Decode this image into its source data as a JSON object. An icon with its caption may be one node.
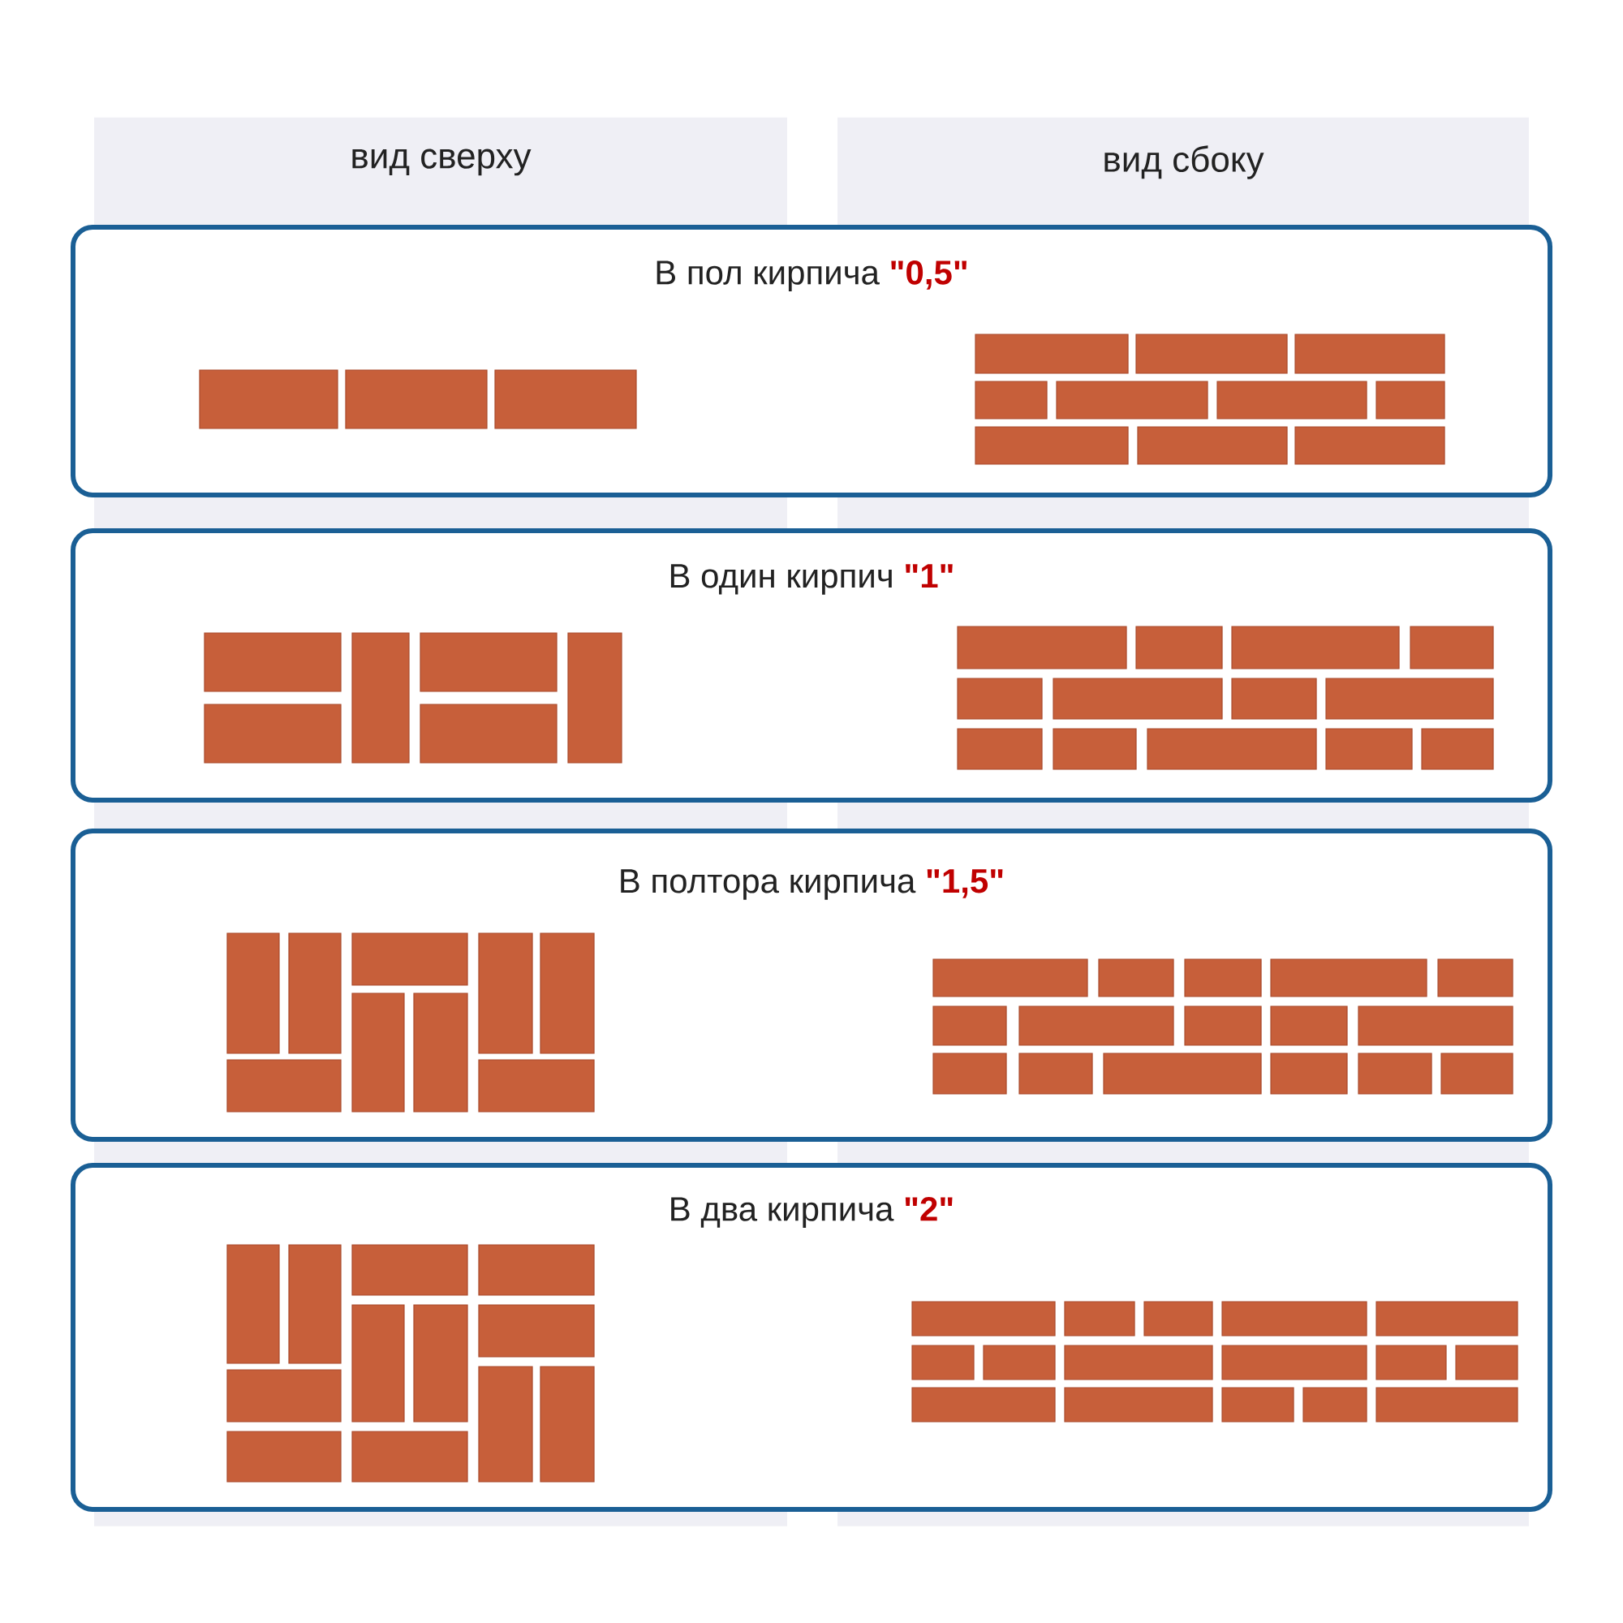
{
  "diagram": {
    "nodes": [
      {
        "text": [
          "вид сверху"
        ]
      },
      {
        "text": [
          "вид сбоку"
        ]
      },
      {
        "text": [
          "В пол кирпича **\"0,5\"**"
        ]
      },
      {
        "text": [
          "В один кирпич **\"1\"**"
        ]
      },
      {
        "text": [
          "В полтора кирпича **\"1,5\"**"
        ]
      },
      {
        "text": [
          "В два кирпича **\"2\"**"
        ]
      }
    ]
  }
}
